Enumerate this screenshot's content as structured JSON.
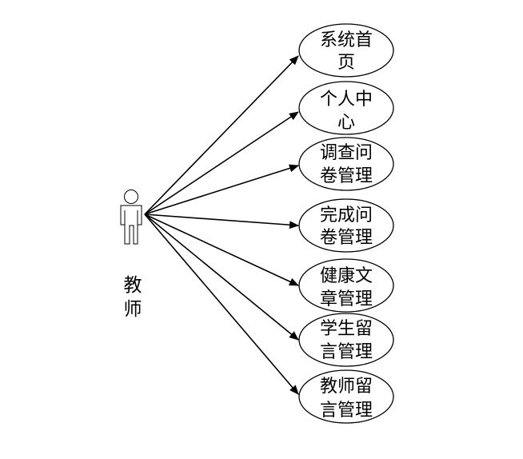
{
  "actor": {
    "name_line1": "教",
    "name_line2": "师"
  },
  "use_cases": [
    {
      "line1": "系统首",
      "line2": "页"
    },
    {
      "line1": "个人中",
      "line2": "心"
    },
    {
      "line1": "调查问",
      "line2": "卷管理"
    },
    {
      "line1": "完成问",
      "line2": "卷管理"
    },
    {
      "line1": "健康文",
      "line2": "章管理"
    },
    {
      "line1": "学生留",
      "line2": "言管理"
    },
    {
      "line1": "教师留",
      "line2": "言管理"
    }
  ],
  "colors": {
    "stroke": "#000000",
    "background": "#ffffff"
  }
}
